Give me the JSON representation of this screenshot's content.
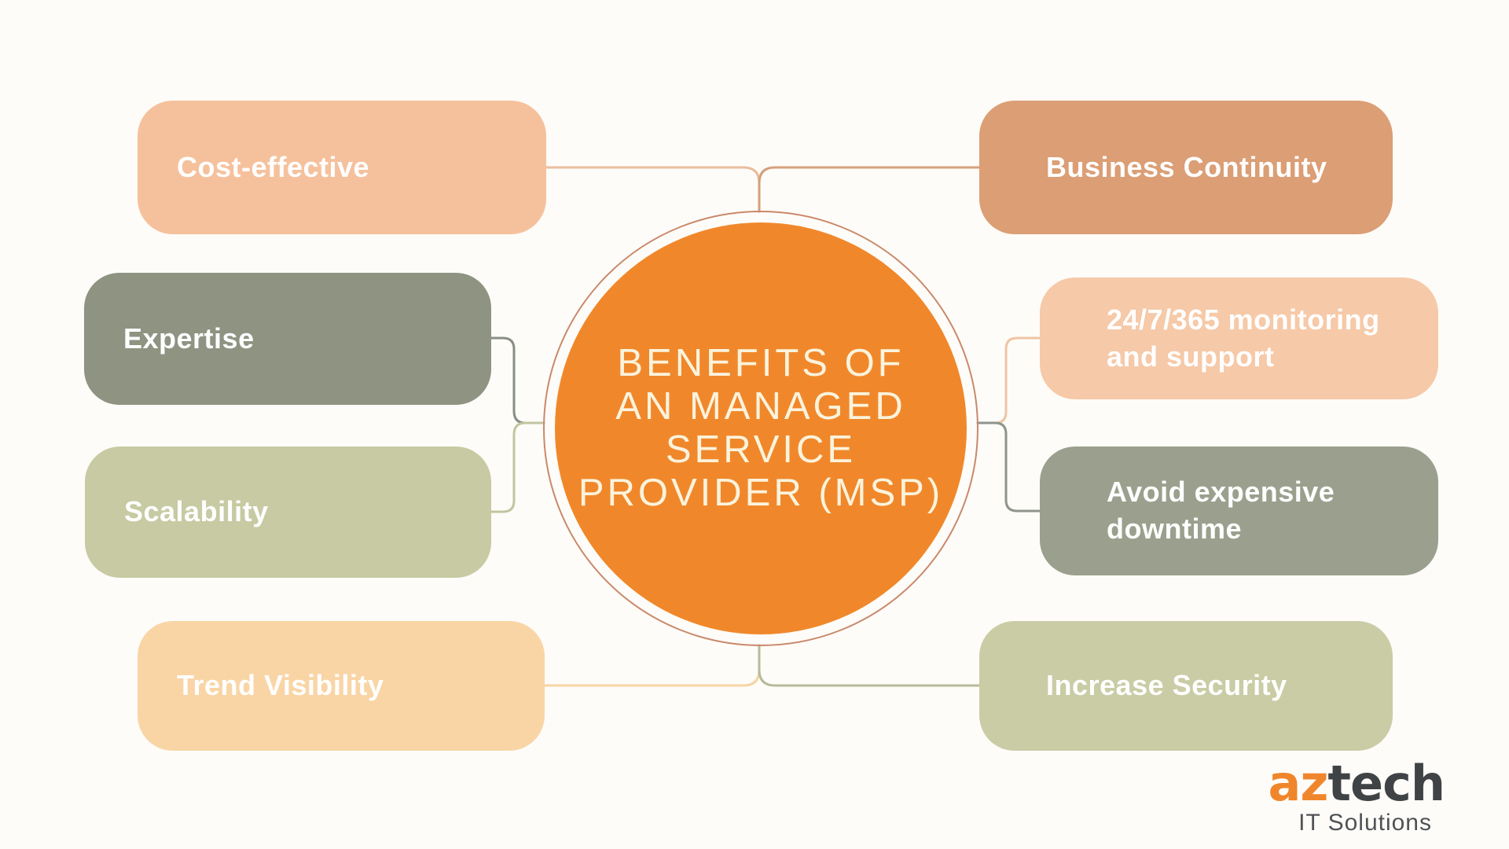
{
  "title": {
    "lines": [
      "BENEFITS OF",
      "AN MANAGED",
      "SERVICE",
      "PROVIDER (MSP)"
    ]
  },
  "center": {
    "fill_color": "#F0882B",
    "ring_color": "#C9896B",
    "text_color": "#FBF3DC"
  },
  "left_benefits": [
    {
      "label": "Cost-effective",
      "color": "#F5C19C"
    },
    {
      "label": "Expertise",
      "color": "#8E9382"
    },
    {
      "label": "Scalability",
      "color": "#C7CAA2"
    },
    {
      "label": "Trend Visibility",
      "color": "#F9D5A6"
    }
  ],
  "right_benefits": [
    {
      "label": "Business Continuity",
      "color": "#DB9E75"
    },
    {
      "label": "24/7/365 monitoring and support",
      "color": "#F6C9A8"
    },
    {
      "label": "Avoid expensive downtime",
      "color": "#9AA08D"
    },
    {
      "label": "Increase Security",
      "color": "#C9CCA5"
    }
  ],
  "connector_colors": {
    "top_left": "#E9BE9D",
    "top_right": "#D5A07D",
    "middle_left_upper": "#878E85",
    "middle_left_lower": "#C2C5A0",
    "middle_right_upper": "#EFC5A2",
    "middle_right_lower": "#8E958D",
    "bottom_left": "#F6D4A4",
    "bottom_right": "#B7BB9A"
  },
  "logo": {
    "brand_prefix": "az",
    "brand_suffix": "tech",
    "tagline": "IT Solutions",
    "orange": "#F0862B",
    "dark": "#3F4346",
    "gray": "#4F5356"
  }
}
